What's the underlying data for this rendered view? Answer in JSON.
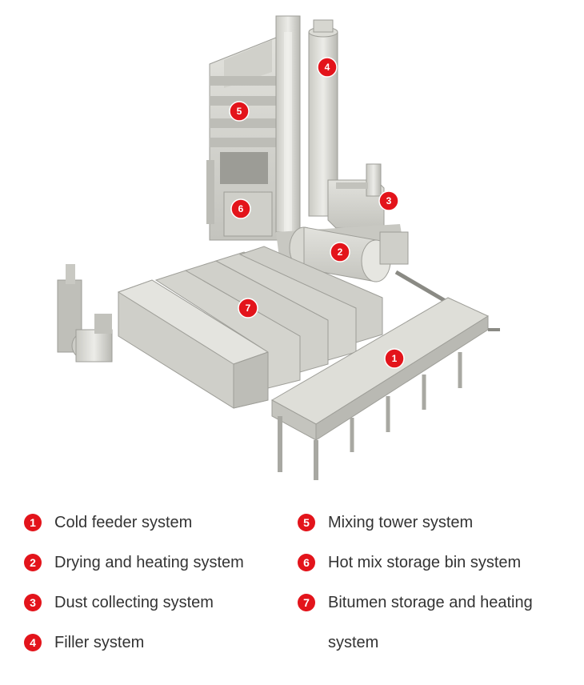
{
  "colors": {
    "accent": "#e3141b",
    "machine": "#d9d9d4",
    "text": "#333333"
  },
  "diagram_markers": [
    {
      "number": "1"
    },
    {
      "number": "2"
    },
    {
      "number": "3"
    },
    {
      "number": "4"
    },
    {
      "number": "5"
    },
    {
      "number": "6"
    },
    {
      "number": "7"
    }
  ],
  "legend": {
    "left": [
      {
        "number": "1",
        "label": "Cold feeder system"
      },
      {
        "number": "2",
        "label": "Drying and heating system"
      },
      {
        "number": "3",
        "label": "Dust collecting system"
      },
      {
        "number": "4",
        "label": "Filler system"
      }
    ],
    "right": [
      {
        "number": "5",
        "label": "Mixing tower system"
      },
      {
        "number": "6",
        "label": "Hot mix storage bin system"
      },
      {
        "number": "7",
        "label": "Bitumen storage and heating system"
      }
    ]
  }
}
